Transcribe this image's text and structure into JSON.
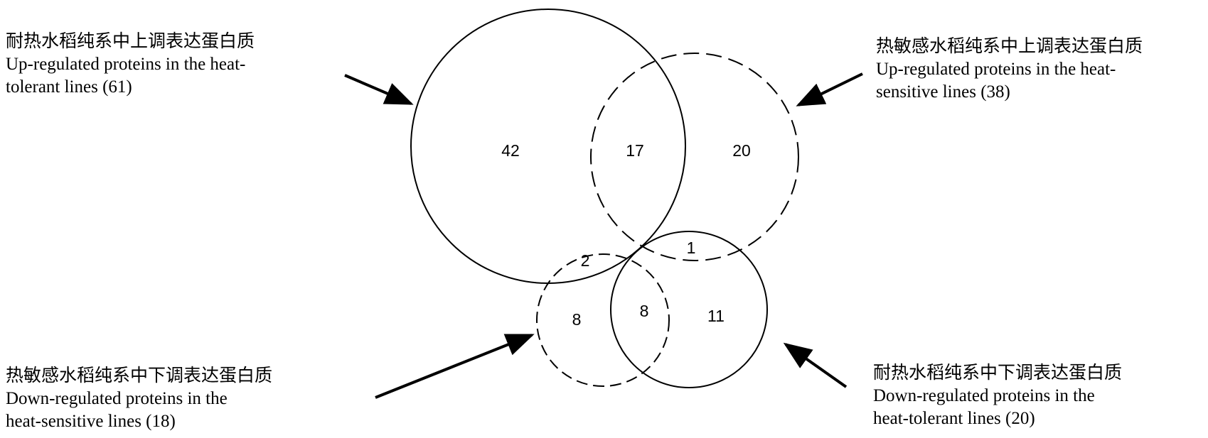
{
  "figure": {
    "sets": [
      {
        "id": "up_tolerant",
        "label_zh": "耐热水稻纯系中上调表达蛋白质",
        "label_en_line1": "Up-regulated proteins in the heat-",
        "label_en_line2": "tolerant lines (61)",
        "total": 61,
        "outline": "solid"
      },
      {
        "id": "up_sensitive",
        "label_zh": "热敏感水稻纯系中上调表达蛋白质",
        "label_en_line1": "Up-regulated proteins in the heat-",
        "label_en_line2": "sensitive lines (38)",
        "total": 38,
        "outline": "dashed"
      },
      {
        "id": "down_sensitive",
        "label_zh": "热敏感水稻纯系中下调表达蛋白质",
        "label_en_line1": "Down-regulated proteins in the",
        "label_en_line2": "heat-sensitive lines (18)",
        "total": 18,
        "outline": "dashed"
      },
      {
        "id": "down_tolerant",
        "label_zh": "耐热水稻纯系中下调表达蛋白质",
        "label_en_line1": "Down-regulated proteins in the",
        "label_en_line2": "heat-tolerant lines (20)",
        "total": 20,
        "outline": "solid"
      }
    ],
    "regions": {
      "up_tolerant_only": "42",
      "up_tolerant_and_up_sensitive": "17",
      "up_sensitive_only": "20",
      "up_sensitive_and_down_tolerant": "1",
      "up_tolerant_and_down_sensitive": "2",
      "down_sensitive_only": "8",
      "down_sensitive_and_down_tolerant": "8",
      "down_tolerant_only": "11"
    },
    "line_color": "#000000"
  }
}
